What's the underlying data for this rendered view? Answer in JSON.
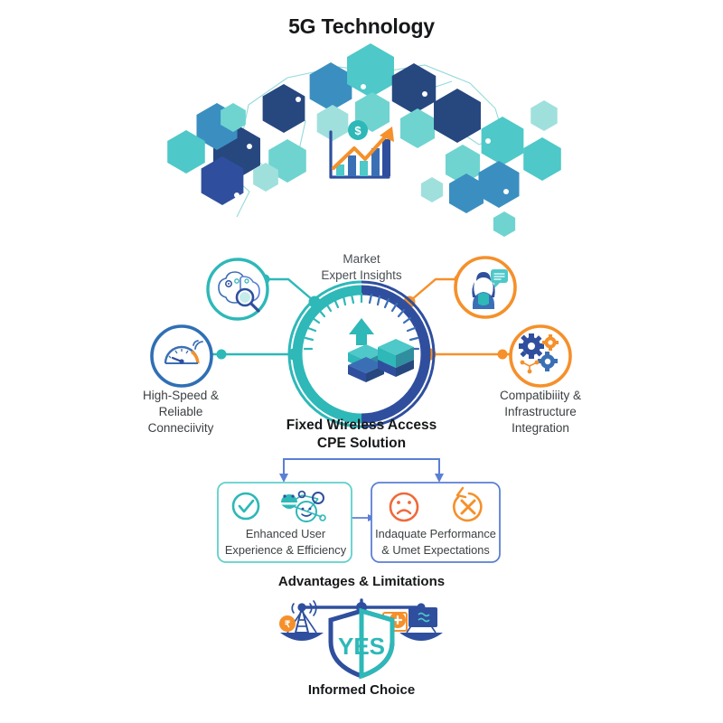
{
  "title": "5G Technology",
  "hub": {
    "top_label": "Market\nExpert Insights",
    "top_label_line1": "Market",
    "top_label_line2": "Expert Insights",
    "bottom_label_line1": "Fixed Wireless Access",
    "bottom_label_line2": "CPE Solution",
    "ring_left_color": "#2eb8b8",
    "ring_right_color": "#2f4f9e",
    "icon": "server-stack-upload-icon"
  },
  "header_graphic": {
    "name": "hexagon-arch-growth-chart",
    "icons": [
      "dollar-coin-icon",
      "bar-chart-icon",
      "growth-arrow-icon"
    ],
    "hex_colors": [
      "#4ec8c8",
      "#3fa9c9",
      "#2e6fae",
      "#27477f",
      "#6fd4d0",
      "#3b8fc0"
    ],
    "bar_values": [
      22,
      46,
      34,
      62,
      80
    ],
    "bar_colors": [
      "#4ec8c8",
      "#3b6fb5",
      "#4ec8c8",
      "#3b6fb5",
      "#2f4f9e"
    ],
    "arrow_color": "#f5902b",
    "coin_color": "#2eb8b8"
  },
  "nodes": [
    {
      "id": "market-expert-insights",
      "label": "",
      "icon": "brain-magnifier-icon",
      "ring_color": "#2eb8b8",
      "connector_color": "#2eb8b8",
      "side": "left-top"
    },
    {
      "id": "high-speed-connectivity",
      "label_line1": "High-Speed &",
      "label_line2": "Reliable",
      "label_line3": "Conneciivity",
      "icon": "speedometer-wifi-icon",
      "ring_color": "#2f6fb5",
      "connector_color": "#2eb8b8",
      "side": "left-bottom"
    },
    {
      "id": "expert-consultation",
      "label": "",
      "icon": "support-agent-chat-icon",
      "ring_color": "#f5902b",
      "connector_color": "#f5902b",
      "side": "right-top"
    },
    {
      "id": "compatibility-integration",
      "label_line1": "Compatibiiity &",
      "label_line2": "Infrastructure",
      "label_line3": "Integration",
      "icon": "gears-icon",
      "ring_color": "#f5902b",
      "connector_color": "#f5902b",
      "side": "right-bottom"
    }
  ],
  "outcome_boxes": [
    {
      "id": "advantages-box",
      "line1": "Enhanced User",
      "line2": "Experience & Efficiency",
      "border_color": "#5fd0cc",
      "icons": [
        "check-circle-icon",
        "smiley-network-icon"
      ]
    },
    {
      "id": "limitations-box",
      "line1": "Indaquate Performance",
      "line2": "& Umet Expectations",
      "border_color": "#5b7fd4",
      "icons": [
        "sad-face-icon",
        "x-circle-icon"
      ]
    }
  ],
  "advantages_caption": "Advantages & Limitations",
  "footer": {
    "caption": "Informed Choice",
    "shield_text": "YES",
    "icons": [
      "balance-scale-icon",
      "cell-tower-icon",
      "laptop-icon",
      "shield-icon"
    ],
    "shield_color_left": "#2f4f9e",
    "shield_color_right": "#2eb8b8",
    "accent_color": "#f5902b"
  },
  "palette": {
    "teal": "#2eb8b8",
    "light_teal": "#5fd0cc",
    "blue": "#2f6fb5",
    "navy": "#2f4f9e",
    "orange": "#f5902b",
    "text": "#3c4043",
    "heading": "#16181a"
  }
}
